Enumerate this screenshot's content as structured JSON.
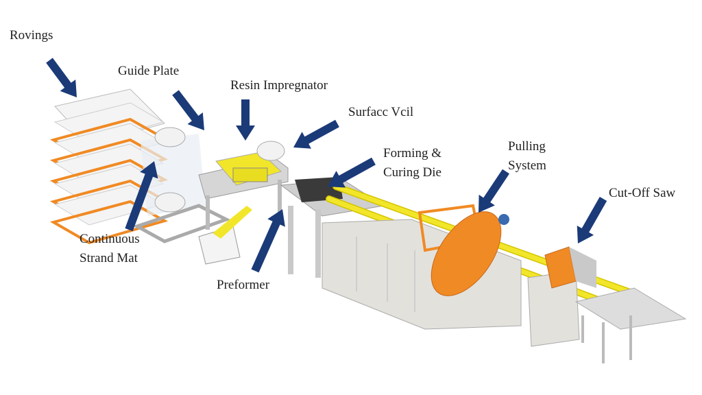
{
  "title": "Pultrusion process line",
  "labels": {
    "rovings": "Rovings",
    "guide_plate": "Guide Plate",
    "resin_impregnator": "Resin Impregnator",
    "surface_veil": "Surfacc Vcil",
    "forming_line1": "Forming &",
    "forming_line2": "Curing Die",
    "pulling_line1": "Pulling",
    "pulling_line2": "System",
    "cut_off_saw": "Cut-Off Saw",
    "csm_line1": "Continuous",
    "csm_line2": "Strand Mat",
    "preformer": "Preformer"
  },
  "colors": {
    "arrow": "#1b3a78",
    "yellow": "#f2e62a",
    "orange": "#f08a24",
    "machine": "#e3e1dc",
    "frame": "#c9c9c9",
    "die": "#3a3a3a"
  }
}
